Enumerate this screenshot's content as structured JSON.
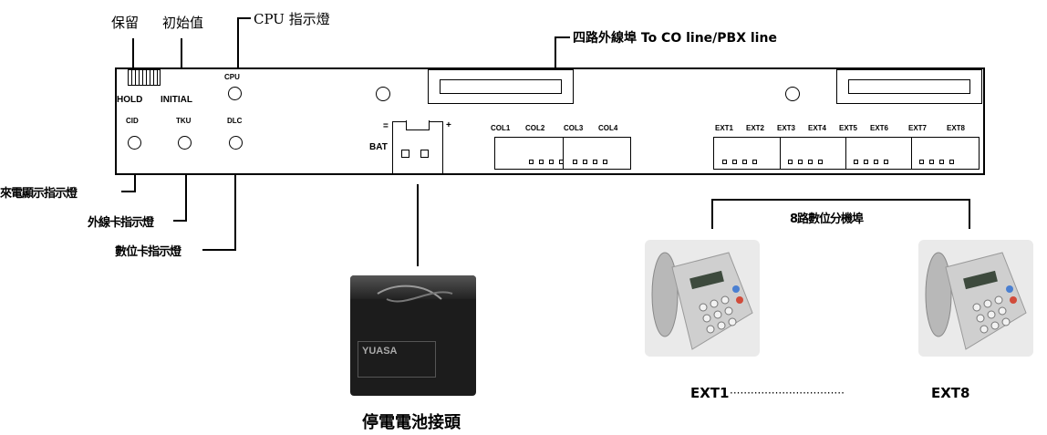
{
  "top_labels": {
    "reserved": "保留",
    "initial_value": "初始值",
    "cpu_indicator": "CPU 指示燈",
    "co_line_port": "四路外線埠 To CO line/PBX line"
  },
  "panel": {
    "hold": "HOLD",
    "initial": "INITIAL",
    "cpu": "CPU",
    "cid": "CID",
    "tku": "TKU",
    "dlc": "DLC",
    "bat": "BAT",
    "bat_minus": "=",
    "bat_plus": "+",
    "co_ports": [
      "COL1",
      "COL2",
      "COL3",
      "COL4"
    ],
    "ext_ports": [
      "EXT1",
      "EXT2",
      "EXT3",
      "EXT4",
      "EXT5",
      "EXT6",
      "EXT7",
      "EXT8"
    ]
  },
  "left_labels": {
    "caller_id_indicator": "來電顯示指示燈",
    "trunk_card_indicator": "外線卡指示燈",
    "digital_card_indicator": "數位卡指示燈"
  },
  "bottom": {
    "battery_caption": "停電電池接頭",
    "battery_brand": "YUASA",
    "digital_ext_ports": "8路數位分機埠",
    "ext_first": "EXT1",
    "ext_dots": "·································",
    "ext_last": "EXT8"
  }
}
